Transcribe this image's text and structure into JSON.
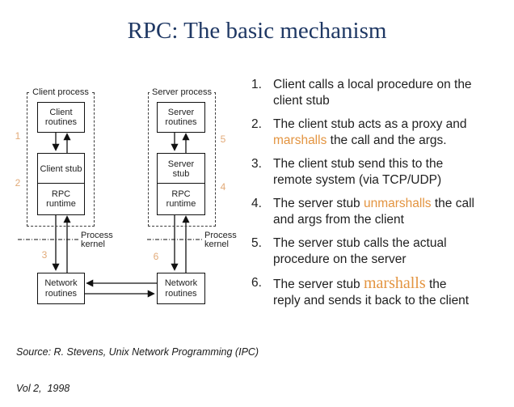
{
  "title": "RPC: The basic mechanism",
  "colors": {
    "title_navy": "#1f3864",
    "accent_orange": "#e39440",
    "number_orange": "#e2aa78",
    "body_text": "#1f1f1f"
  },
  "diagram": {
    "client": {
      "process_label": "Client process",
      "routines": "Client\nroutines",
      "stub": "Client stub",
      "runtime": "RPC\nruntime",
      "network": "Network\nroutines"
    },
    "server": {
      "process_label": "Server process",
      "routines": "Server\nroutines",
      "stub": "Server\nstub",
      "runtime": "RPC\nruntime",
      "network": "Network\nroutines"
    },
    "kernel_left": "Process\nkernel",
    "kernel_right": "Process\nkernel",
    "numbers": {
      "n1": "1",
      "n2": "2",
      "n3": "3",
      "n4": "4",
      "n5": "5",
      "n6": "6"
    }
  },
  "steps": [
    {
      "num": "1.",
      "before": "Client calls a local procedure on the\nclient stub",
      "accent": "",
      "after": ""
    },
    {
      "num": "2.",
      "before": "The client stub acts as a proxy and\n",
      "accent": "marshalls",
      "after": " the call and the args."
    },
    {
      "num": "3.",
      "before": "The client stub send this to the\nremote system (via TCP/UDP)",
      "accent": "",
      "after": ""
    },
    {
      "num": "4.",
      "before": "The server stub ",
      "accent": "unmarshalls",
      "after": " the call\nand args from the client"
    },
    {
      "num": "5.",
      "before": "The server stub calls the actual\nprocedure on the server",
      "accent": "",
      "after": ""
    },
    {
      "num": "6.",
      "before": "The server stub ",
      "accent": "marshalls",
      "after": " the\nreply and sends it back to the client"
    }
  ],
  "source": {
    "line1": "Source: R. Stevens, Unix Network Programming (IPC)",
    "line2": "Vol 2,  1998"
  }
}
